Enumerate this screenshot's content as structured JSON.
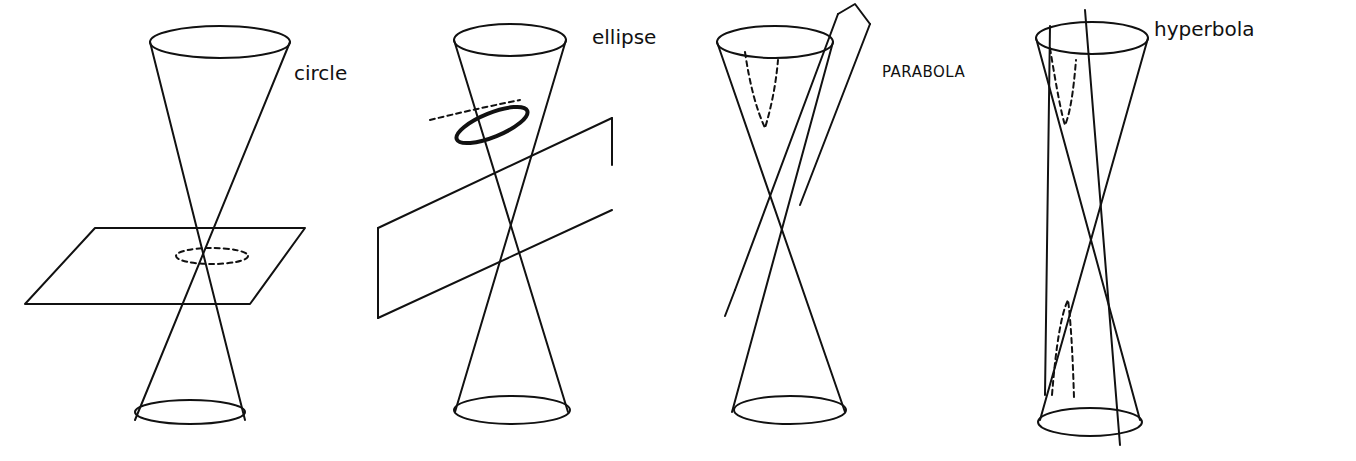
{
  "diagram": {
    "labels": [
      "circle",
      "ellipse",
      "PARABOLA",
      "hyperbola"
    ]
  }
}
